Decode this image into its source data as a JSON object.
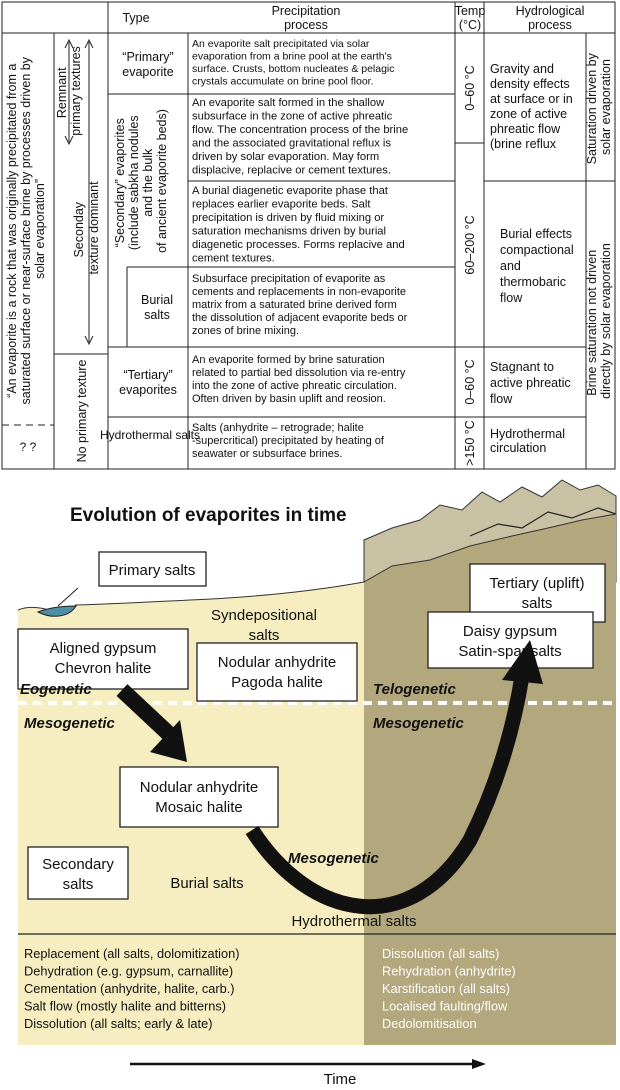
{
  "table": {
    "headers": {
      "type": "Type",
      "precip_1": "Precipitation",
      "precip_2": "process",
      "temp_1": "Temp",
      "temp_2": "(°C)",
      "hydro_1": "Hydrological",
      "hydro_2": "process"
    },
    "definition": [
      "“An evaporite is a rock that was originally precipitated from a",
      "saturated surface or near-surface brine by processes driven by",
      "solar evaporation”"
    ],
    "unknown": "? ?",
    "texture": {
      "remnant": [
        "Remnant",
        "primary textures"
      ],
      "secondary": [
        "Seconday",
        "texture dominant"
      ],
      "none": "No primary texture"
    },
    "types": {
      "primary": [
        "“Primary”",
        "evaporite"
      ],
      "secondary": [
        "“Secondary” evaporites",
        "(include sabkha nodules",
        "and the bulk",
        "of ancient evaporite beds)"
      ],
      "burial": [
        "Burial",
        "salts"
      ],
      "tertiary": [
        "“Tertiary”",
        "evaporites"
      ],
      "hydrothermal": "Hydrothermal salts"
    },
    "processes": {
      "primary": [
        "An evaporite salt precipitated via solar",
        "evaporation from a brine pool at the earth's",
        "surface. Crusts, bottom nucleates & pelagic",
        "crystals accumulate on brine pool floor."
      ],
      "secondary_a": [
        "An evaporite salt formed in the shallow",
        "subsurface in the zone of active phreatic",
        "flow. The concentration process of the brine",
        "and the associated gravitational reflux is",
        "driven by solar evaporation. May form",
        "displacive, replacive or cement textures."
      ],
      "secondary_b": [
        "A burial diagenetic evaporite phase that",
        "replaces earlier evaporite beds. Salt",
        "precipitation is driven by fluid mixing or",
        "saturation mechanisms driven by burial",
        "diagenetic processes. Forms replacive and",
        "cement textures."
      ],
      "burial": [
        "Subsurface precipitation of evaporite as",
        "cements and replacements in non-evaporite",
        "matrix from a saturated brine derived form",
        "the dissolution of adjacent evaporite beds or",
        "zones of brine mixing."
      ],
      "tertiary": [
        "An evaporite formed by brine saturation",
        "related to partial bed dissolution via re-entry",
        "into the zone of active phreatic circulation.",
        "Often driven by basin uplift and reosion."
      ],
      "hydrothermal": [
        "Salts (anhydrite – retrograde; halite",
        "-supercritical) precipitated by heating of",
        "seawater or subsurface brines."
      ]
    },
    "temps": {
      "t1": "0–60 °C",
      "t2": "60–200 °C",
      "t3": "0–60 °C",
      "t4": ">150 °C"
    },
    "hydro": {
      "h1": [
        "Gravity and",
        "density effects",
        "at surface or in",
        "zone of active",
        "phreatic flow",
        "(brine reflux"
      ],
      "h2": [
        "Burial  effects",
        "compactional",
        "and",
        "thermobaric",
        "flow"
      ],
      "h3": [
        "Stagnant to",
        "active phreatic",
        "flow"
      ],
      "h4": [
        "Hydrothermal",
        "circulation"
      ]
    },
    "saturation": {
      "s1": [
        "Saturation driven by",
        "solar evaporation"
      ],
      "s2": [
        "Brine saturation not driven",
        "directly by solar evaporation"
      ]
    }
  },
  "diagram": {
    "title": "Evolution of evaporites in time",
    "boxes": {
      "primary": "Primary salts",
      "aligned": [
        "Aligned gypsum",
        "Chevron halite"
      ],
      "nodular_pagoda": [
        "Nodular anhydrite",
        "Pagoda halite"
      ],
      "nodular_mosaic": [
        "Nodular anhydrite",
        "Mosaic halite"
      ],
      "secondary": [
        "Secondary",
        "salts"
      ],
      "tertiary": [
        "Tertiary (uplift)",
        "salts"
      ],
      "daisy": [
        "Daisy gypsum",
        "Satin-spar salts"
      ]
    },
    "labels": {
      "syndepositional": [
        "Syndepositional",
        "salts"
      ],
      "eogenetic": "Eogenetic",
      "telogenetic": "Telogenetic",
      "mesogenetic_left": "Mesogenetic",
      "mesogenetic_right": "Mesogenetic",
      "mesogenetic_arrow": "Mesogenetic",
      "burial": "Burial salts",
      "hydrothermal": "Hydrothermal salts"
    },
    "processes_left": [
      "Replacement (all salts, dolomitization)",
      "Dehydration (e.g. gypsum, carnallite)",
      "Cementation (anhydrite, halite, carb.)",
      "Salt flow (mostly halite and bitterns)",
      "Dissolution (all salts; early & late)"
    ],
    "processes_right": [
      "Dissolution (all salts)",
      "Rehydration (anhydrite)",
      "Karstification (all salts)",
      "Localised faulting/flow",
      "Dedolomitisation"
    ],
    "time_label": "Time",
    "colors": {
      "left_fill": "#f6edc0",
      "right_fill": "#b3a77e",
      "mountain_fill": "#c9c1a4",
      "water": "#4e8fa5"
    }
  }
}
